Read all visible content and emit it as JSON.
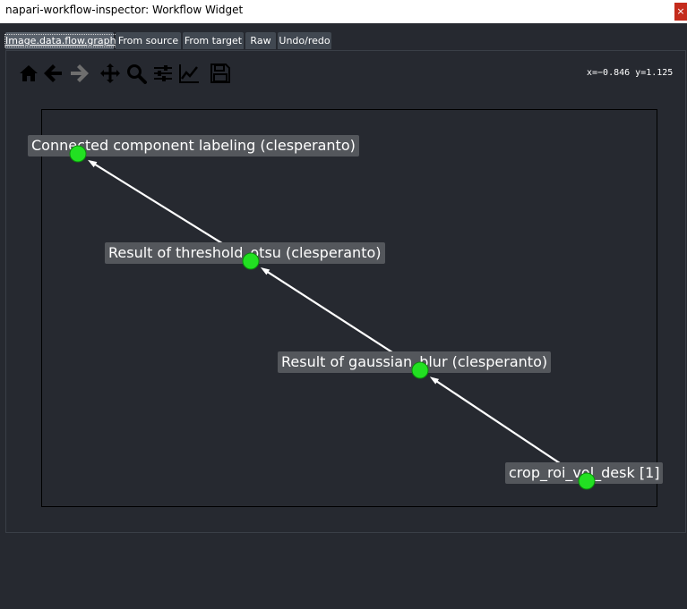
{
  "window": {
    "title": "napari-workflow-inspector: Workflow Widget",
    "close_glyph": "×"
  },
  "tabs": [
    {
      "label": "Image.data.flow.graph",
      "active": true
    },
    {
      "label": "From source",
      "active": false
    },
    {
      "label": "From target",
      "active": false
    },
    {
      "label": "Raw",
      "active": false
    },
    {
      "label": "Undo/redo",
      "active": false
    }
  ],
  "toolbar": {
    "icons": [
      "home-icon",
      "back-arrow-icon",
      "forward-arrow-icon",
      "pan-icon",
      "zoom-icon",
      "configure-subplots-icon",
      "edit-axis-icon",
      "save-icon"
    ],
    "forward_enabled": false
  },
  "coords": {
    "text": "x=−0.846 y=1.125"
  },
  "graph": {
    "node_color": "#22e022",
    "edge_color": "#ffffff",
    "label_bg": "#54575c",
    "nodes": [
      {
        "label": "Connected component labeling (clesperanto)"
      },
      {
        "label": "Result of threshold_otsu (clesperanto)"
      },
      {
        "label": "Result of gaussian_blur (clesperanto)"
      },
      {
        "label": "crop_roi_vol_desk [1]"
      }
    ],
    "edges": [
      [
        3,
        2
      ],
      [
        2,
        1
      ],
      [
        1,
        0
      ]
    ]
  }
}
